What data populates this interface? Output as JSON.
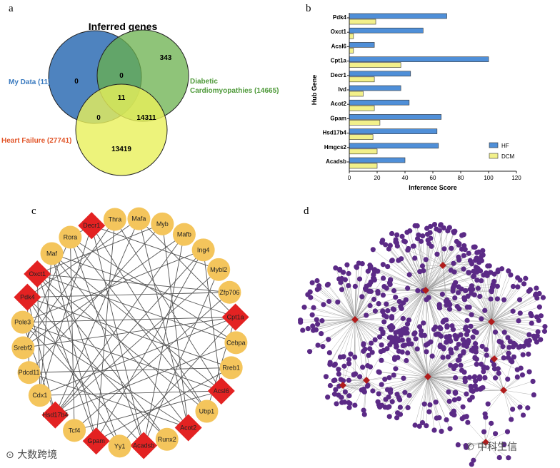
{
  "panels": {
    "a": "a",
    "b": "b",
    "c": "c",
    "d": "d"
  },
  "venn": {
    "title": "Inferred genes",
    "sets": [
      {
        "label": "My Data (11)",
        "color": "#2f6db4",
        "label_color": "#3a7abf"
      },
      {
        "label_line1": "Diabetic",
        "label_line2": "Cardiomyopathies (14665)",
        "color": "#6ab04c",
        "label_color": "#4f9a3a"
      },
      {
        "label": "Heart Failure (27741)",
        "color": "#e8f05a",
        "label_color": "#e2572b"
      }
    ],
    "regions": {
      "only_mydata": "0",
      "mydata_dcm": "0",
      "only_dcm": "343",
      "all_three": "11",
      "mydata_hf": "0",
      "dcm_hf": "14311",
      "only_hf": "13419"
    }
  },
  "chart_data": {
    "type": "bar",
    "orientation": "horizontal",
    "categories": [
      "Pdk4",
      "Oxct1",
      "Acsl6",
      "Cpt1a",
      "Decr1",
      "Ivd",
      "Acot2",
      "Gpam",
      "Hsd17b4",
      "Hmgcs2",
      "Acadsb"
    ],
    "series": [
      {
        "name": "HF",
        "color": "#4f8fd8",
        "values": [
          70,
          53,
          18,
          100,
          44,
          37,
          43,
          66,
          63,
          64,
          40
        ]
      },
      {
        "name": "DCM",
        "color": "#f2f08a",
        "values": [
          19,
          3,
          3,
          37,
          18,
          10,
          18,
          22,
          17,
          20,
          20
        ]
      }
    ],
    "xlabel": "Inference Score",
    "ylabel": "Hub Gene",
    "xlim": [
      0,
      120
    ],
    "xticks": [
      "0",
      "20",
      "40",
      "60",
      "80",
      "100",
      "120"
    ],
    "legend": "bottom-right"
  },
  "network": {
    "nodes": [
      {
        "label": "Decr1",
        "shape": "diamond"
      },
      {
        "label": "Thra",
        "shape": "circle"
      },
      {
        "label": "Mafa",
        "shape": "circle"
      },
      {
        "label": "Myb",
        "shape": "circle"
      },
      {
        "label": "Mafb",
        "shape": "circle"
      },
      {
        "label": "Ing4",
        "shape": "circle"
      },
      {
        "label": "Mybl2",
        "shape": "circle"
      },
      {
        "label": "Zfp706",
        "shape": "circle"
      },
      {
        "label": "Cpt1a",
        "shape": "diamond"
      },
      {
        "label": "Cebpa",
        "shape": "circle"
      },
      {
        "label": "Rreb1",
        "shape": "circle"
      },
      {
        "label": "Acsl6",
        "shape": "diamond"
      },
      {
        "label": "Ubp1",
        "shape": "circle"
      },
      {
        "label": "Acot2",
        "shape": "diamond"
      },
      {
        "label": "Runx2",
        "shape": "circle"
      },
      {
        "label": "Acadsb",
        "shape": "diamond"
      },
      {
        "label": "Yy1",
        "shape": "circle"
      },
      {
        "label": "Gpam",
        "shape": "diamond"
      },
      {
        "label": "Tcf4",
        "shape": "circle"
      },
      {
        "label": "Hsd17b4",
        "shape": "diamond"
      },
      {
        "label": "Cdx1",
        "shape": "circle"
      },
      {
        "label": "Pdcd11",
        "shape": "circle"
      },
      {
        "label": "Srebf2",
        "shape": "circle"
      },
      {
        "label": "Pole3",
        "shape": "circle"
      },
      {
        "label": "Pdk4",
        "shape": "diamond"
      },
      {
        "label": "Oxct1",
        "shape": "diamond"
      },
      {
        "label": "Maf",
        "shape": "circle"
      },
      {
        "label": "Rora",
        "shape": "circle"
      }
    ],
    "edges": [
      [
        0,
        27
      ],
      [
        0,
        20
      ],
      [
        0,
        12
      ],
      [
        0,
        6
      ],
      [
        1,
        11
      ],
      [
        1,
        17
      ],
      [
        1,
        22
      ],
      [
        2,
        8
      ],
      [
        2,
        19
      ],
      [
        2,
        24
      ],
      [
        3,
        13
      ],
      [
        3,
        21
      ],
      [
        3,
        25
      ],
      [
        4,
        15
      ],
      [
        4,
        22
      ],
      [
        4,
        19
      ],
      [
        5,
        11
      ],
      [
        5,
        17
      ],
      [
        5,
        23
      ],
      [
        6,
        19
      ],
      [
        6,
        15
      ],
      [
        7,
        24
      ],
      [
        7,
        18
      ],
      [
        7,
        25
      ],
      [
        8,
        26
      ],
      [
        8,
        20
      ],
      [
        8,
        16
      ],
      [
        8,
        22
      ],
      [
        8,
        12
      ],
      [
        9,
        19
      ],
      [
        9,
        25
      ],
      [
        9,
        27
      ],
      [
        10,
        24
      ],
      [
        10,
        17
      ],
      [
        10,
        21
      ],
      [
        11,
        26
      ],
      [
        11,
        20
      ],
      [
        11,
        23
      ],
      [
        12,
        25
      ],
      [
        12,
        27
      ],
      [
        13,
        26
      ],
      [
        13,
        23
      ],
      [
        13,
        21
      ],
      [
        14,
        24
      ],
      [
        14,
        25
      ],
      [
        15,
        27
      ],
      [
        15,
        23
      ],
      [
        16,
        24
      ],
      [
        16,
        26
      ],
      [
        17,
        25
      ],
      [
        17,
        26
      ],
      [
        18,
        27
      ],
      [
        18,
        11
      ],
      [
        19,
        23
      ],
      [
        19,
        24
      ],
      [
        20,
        25
      ],
      [
        21,
        24
      ],
      [
        22,
        27
      ],
      [
        23,
        8
      ],
      [
        0,
        15
      ],
      [
        2,
        13
      ],
      [
        5,
        19
      ],
      [
        26,
        20
      ]
    ],
    "diamond_color": "#e32222",
    "circle_color": "#f4c55c"
  },
  "hub_network": {
    "node_color": "#5b2a86",
    "hub_color": "#b01c1c",
    "edge_color": "#9a9a9a"
  },
  "watermarks": {
    "left": "大数跨境",
    "right": "中科生信"
  }
}
